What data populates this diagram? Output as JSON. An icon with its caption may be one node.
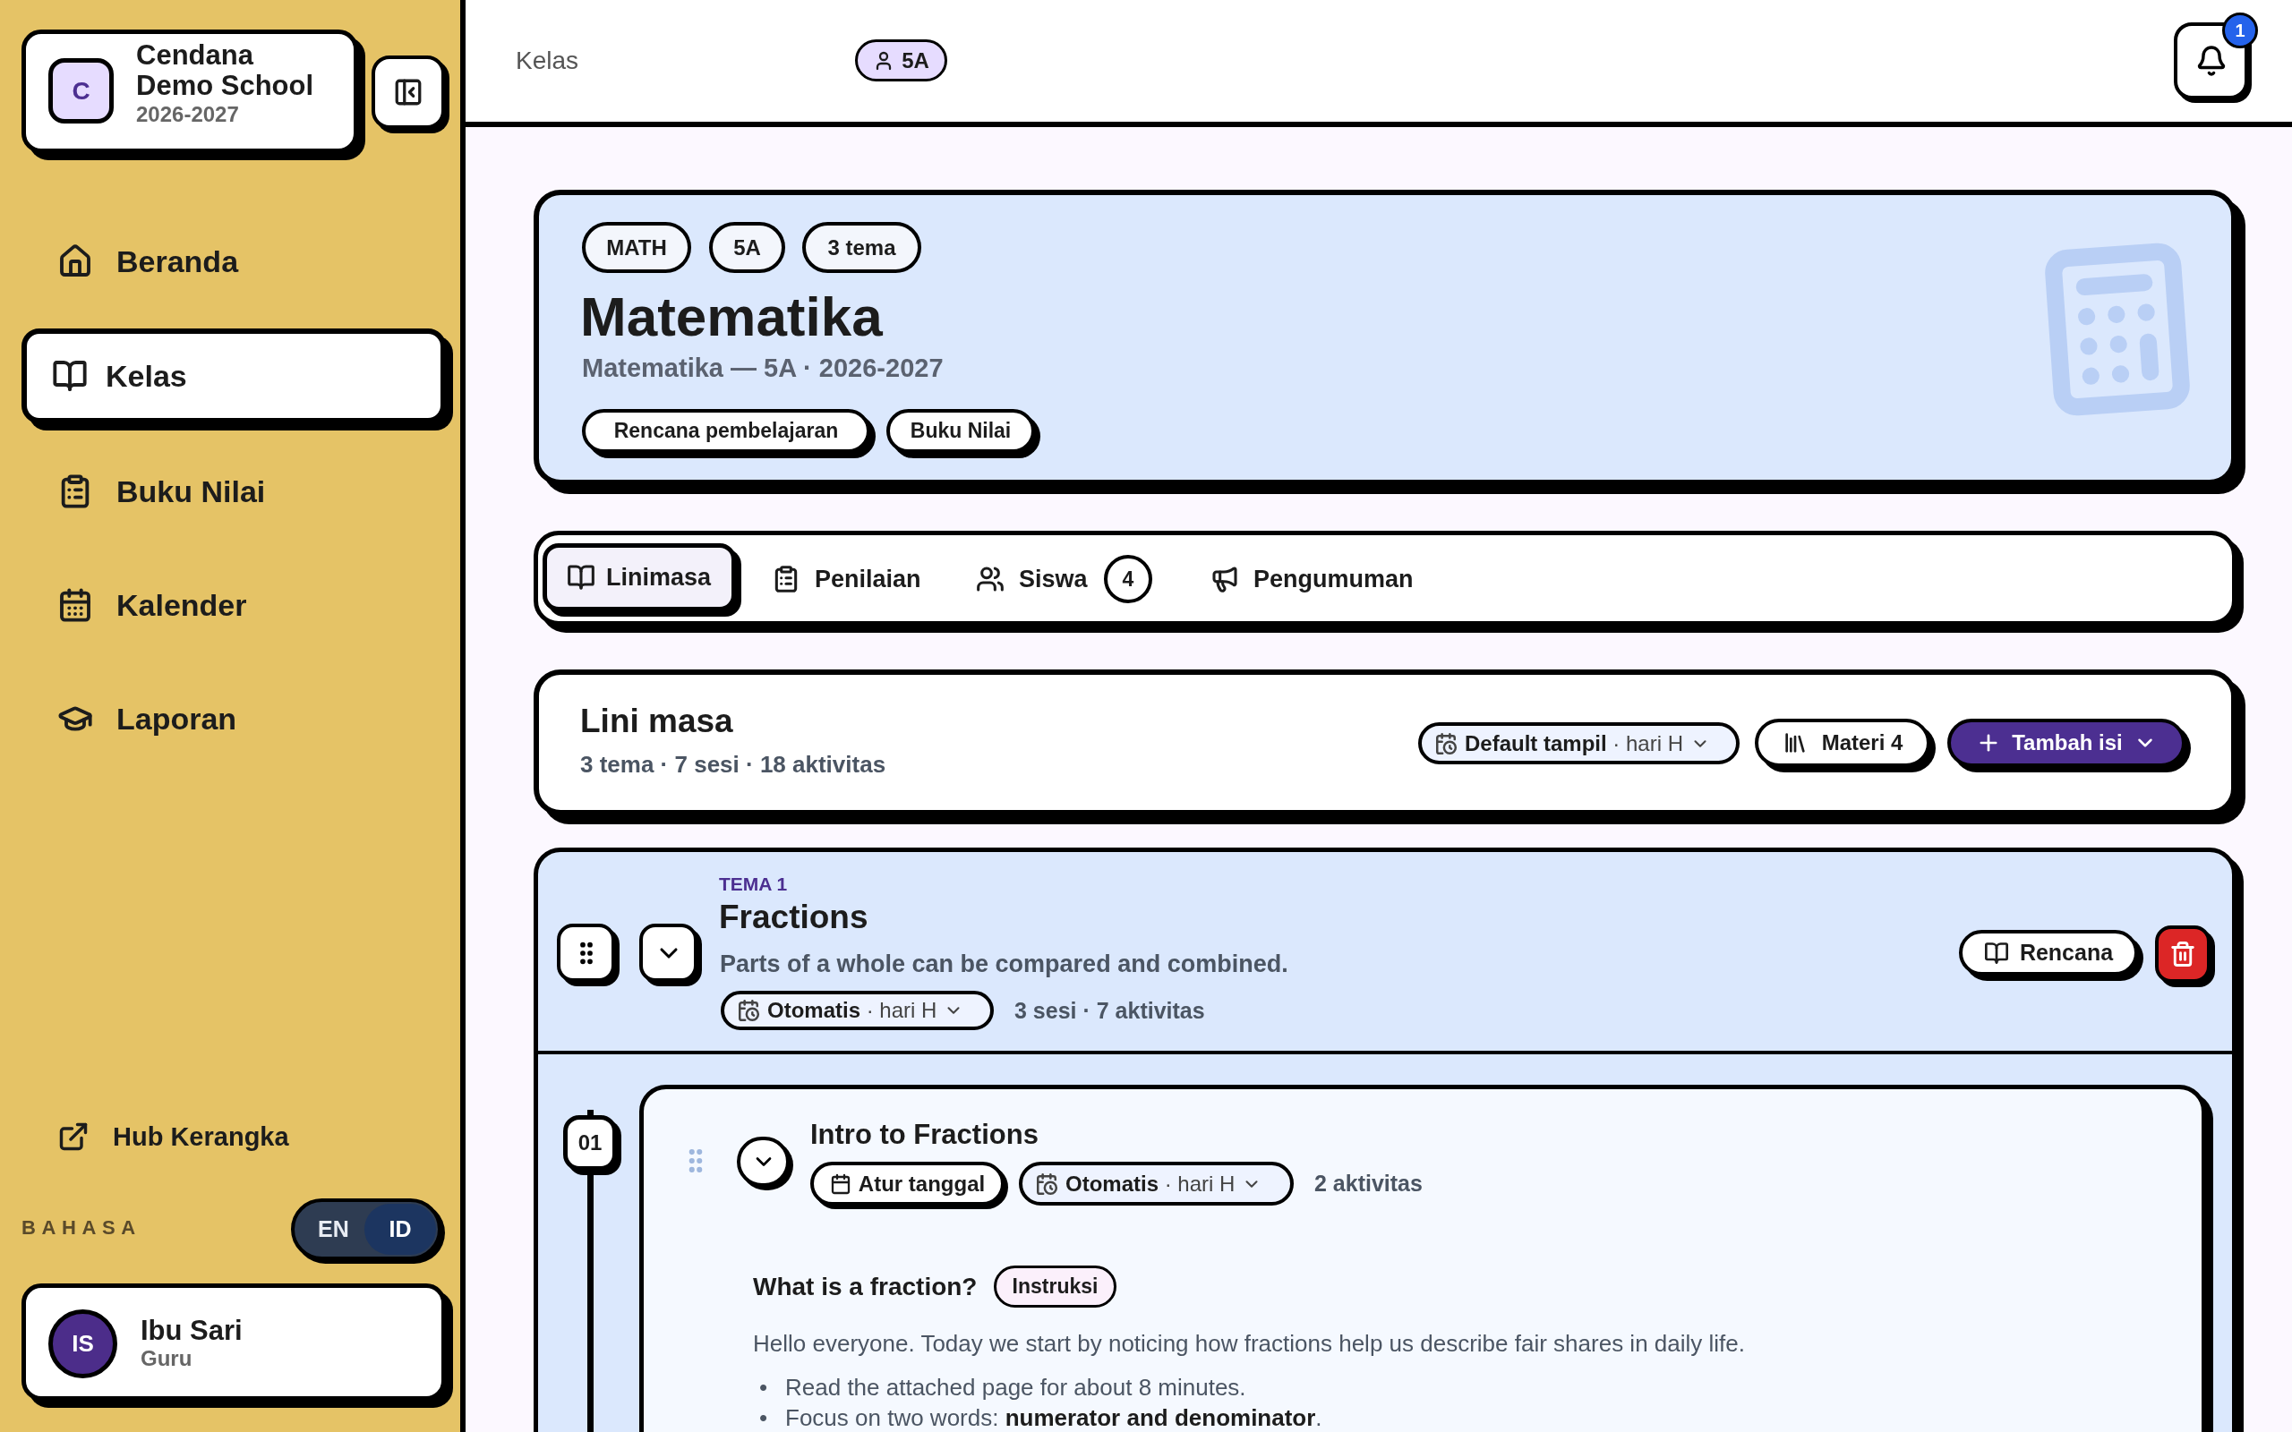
{
  "diagram": {
    "nodes": [
      {
        "text": [],
        "shape": "box"
      },
      {
        "text": [
          "Cendana Demo School",
          "2026-2027"
        ],
        "in": 0
      },
      {
        "text": [
          "C"
        ],
        "in": 1
      },
      {
        "text": [
          "Kelas"
        ],
        "in": 0
      },
      {
        "text": [
          "EN"
        ],
        "in": 0
      },
      {
        "text": [
          "ID"
        ],
        "in": 4
      },
      {
        "text": [
          "Ibu Sari",
          "Guru"
        ],
        "in": 0
      },
      {
        "text": [
          "IS"
        ],
        "in": 6
      },
      {
        "text": [
          "5A"
        ]
      },
      {
        "text": [
          "1"
        ]
      },
      {
        "text": [
          "Matematika",
          "Matematika — 5A · 2026-2027"
        ]
      },
      {
        "text": [
          "MATH"
        ],
        "in": 10
      },
      {
        "text": [
          "5A"
        ],
        "in": 10
      },
      {
        "text": [
          "3 tema"
        ],
        "in": 10
      },
      {
        "text": [
          "Rencana pembelajaran"
        ],
        "in": 10
      },
      {
        "text": [
          "Buku Nilai"
        ],
        "in": 10
      },
      {
        "text": [],
        "shape": "box"
      },
      {
        "text": [
          "Linimasa"
        ],
        "in": 16
      },
      {
        "text": [
          "4"
        ],
        "in": 16
      },
      {
        "text": [
          "Lini masa",
          "3 tema · 7 sesi · 18 aktivitas"
        ]
      },
      {
        "text": [
          "**Default tampil** · hari H"
        ],
        "in": 19
      },
      {
        "text": [
          "Materi 4"
        ],
        "in": 19
      },
      {
        "text": [
          "Tambah isi"
        ],
        "in": 19
      },
      {
        "text": [
          "TEMA 1",
          "Fractions",
          "Parts of a whole can be compared and combined."
        ]
      },
      {
        "text": [
          "**Otomatis** · hari H"
        ],
        "in": 23
      },
      {
        "text": [
          "Rencana"
        ],
        "in": 23
      },
      {
        "text": [
          "01"
        ],
        "in": 23
      },
      {
        "text": [
          "Intro to Fractions"
        ],
        "in": 23
      },
      {
        "text": [
          "Atur tanggal"
        ],
        "in": 27
      },
      {
        "text": [
          "**Otomatis** · hari H"
        ],
        "in": 27
      },
      {
        "text": [
          "Instruksi"
        ],
        "in": 27
      },
      {
        "text": [],
        "shape": "box",
        "in": 0
      },
      {
        "text": [],
        "shape": "box"
      },
      {
        "text": [],
        "shape": "box",
        "in": 23
      },
      {
        "text": [],
        "shape": "box",
        "in": 23
      },
      {
        "text": [],
        "shape": "box",
        "in": 23
      },
      {
        "text": [],
        "shape": "circle",
        "in": 27
      }
    ],
    "labels": [
      "Beranda",
      "Buku Nilai",
      "Kalender",
      "Laporan",
      "Hub Kerangka",
      "BAHASA",
      "Kelas",
      "Penilaian",
      "Siswa",
      "Pengumuman",
      "3 sesi · 7 aktivitas",
      "2 aktivitas",
      "What is a fraction?",
      "Hello everyone. Today we start by noticing how fractions help us describe fair shares in daily life.",
      "•",
      "Read the attached page for about 8 minutes.",
      "•",
      "Focus on two words: **numerator and denominator**."
    ]
  }
}
